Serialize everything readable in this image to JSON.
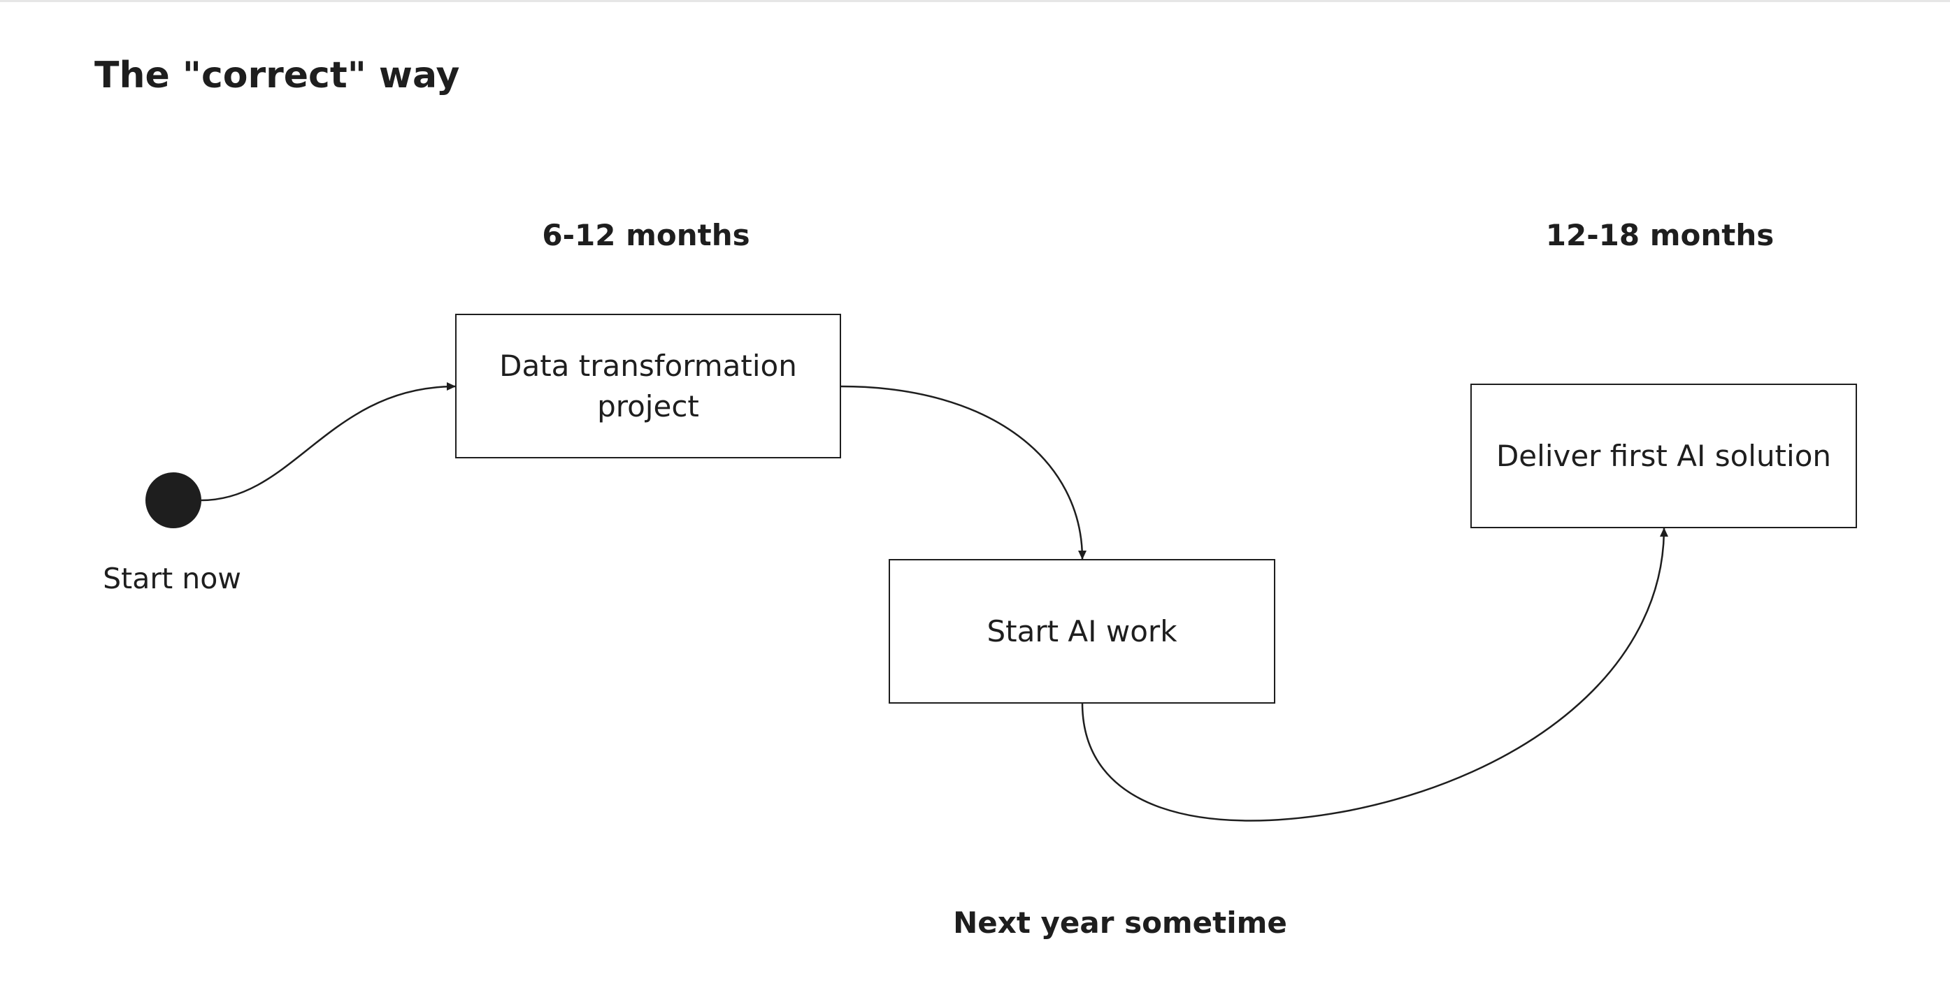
{
  "title": "The \"correct\" way",
  "phases": {
    "phase_1": "6-12 months",
    "phase_2": "12-18 months",
    "phase_3": "Next year sometime"
  },
  "start": {
    "label": "Start now"
  },
  "steps": {
    "data_transformation": "Data transformation project",
    "start_ai_work": "Start AI work",
    "deliver_ai": "Deliver first AI solution"
  }
}
